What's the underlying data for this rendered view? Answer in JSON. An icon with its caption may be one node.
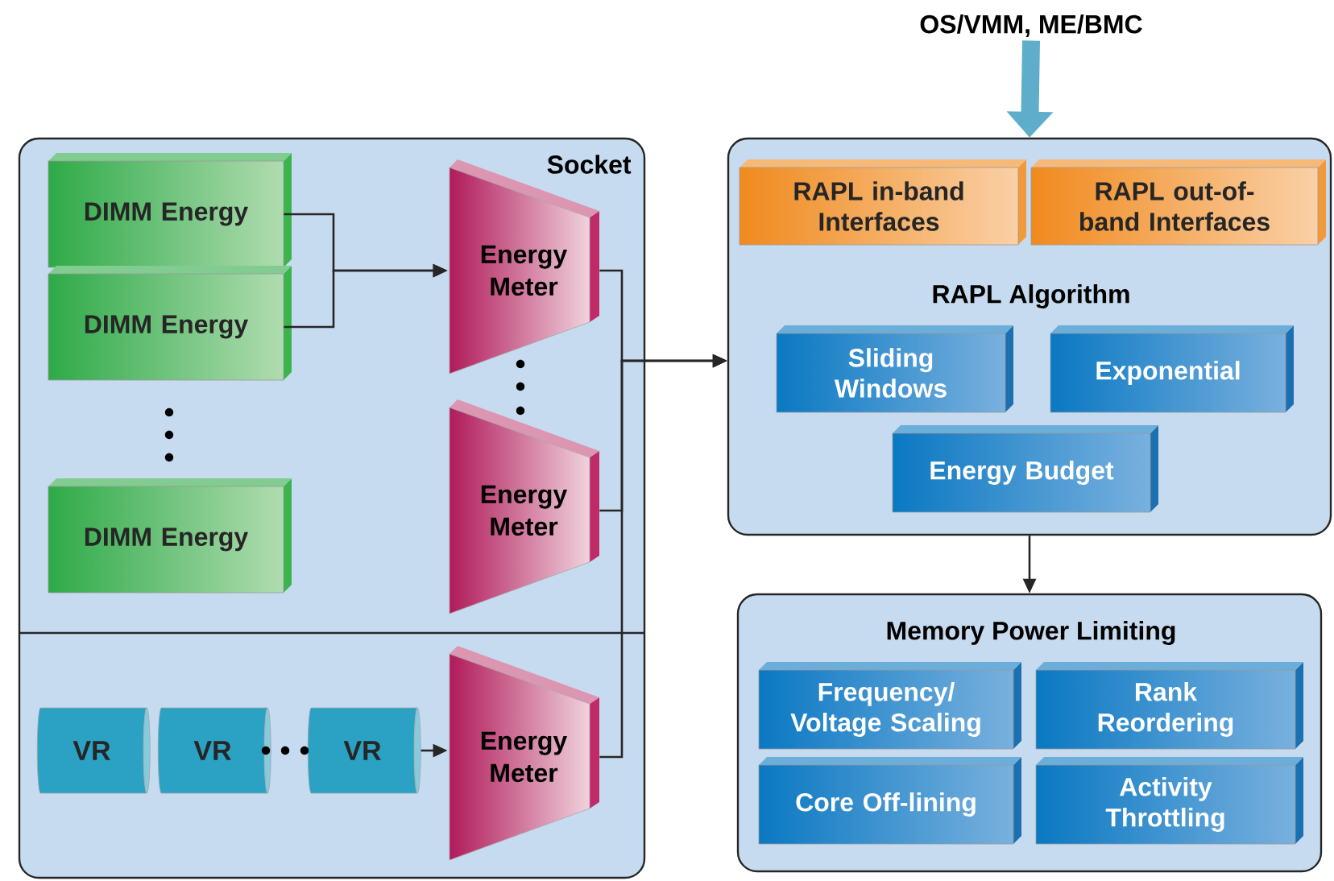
{
  "diagram": {
    "nodes": [
      {
        "text": [
          "Socket"
        ]
      },
      {
        "text": [
          "DIMM Energy"
        ],
        "in": 0
      },
      {
        "text": [
          "DIMM Energy"
        ],
        "in": 0
      },
      {
        "text": [
          "DIMM Energy"
        ],
        "in": 0
      },
      {
        "text": [
          "Energy Meter"
        ],
        "in": 0
      },
      {
        "text": [
          "Energy Meter"
        ],
        "in": 0
      },
      {
        "text": [
          "Energy Meter"
        ],
        "in": 0
      },
      {
        "text": [
          "VR"
        ],
        "in": 0
      },
      {
        "text": [
          "VR"
        ],
        "in": 0
      },
      {
        "text": [
          "VR"
        ],
        "in": 0
      },
      {
        "text": [
          "OS/VMM, ME/BMC"
        ]
      },
      {
        "text": [
          "RAPL Algorithm"
        ]
      },
      {
        "text": [
          "RAPL in-band Interfaces"
        ],
        "in": 11
      },
      {
        "text": [
          "RAPL out-of-band Interfaces"
        ],
        "in": 11
      },
      {
        "text": [
          "Sliding Windows"
        ],
        "in": 11
      },
      {
        "text": [
          "Exponential"
        ],
        "in": 11
      },
      {
        "text": [
          "Energy Budget"
        ],
        "in": 11
      },
      {
        "text": [
          "Memory Power Limiting"
        ]
      },
      {
        "text": [
          "Frequency/ Voltage Scaling"
        ],
        "in": 17
      },
      {
        "text": [
          "Rank Reordering"
        ],
        "in": 17
      },
      {
        "text": [
          "Core Off-lining"
        ],
        "in": 17
      },
      {
        "text": [
          "Activity Throttling"
        ],
        "in": 17
      }
    ],
    "edges": [
      {
        "from": 1,
        "to": 4,
        "arrow": "to"
      },
      {
        "from": 2,
        "to": 4,
        "arrow": "to"
      },
      {
        "from": 9,
        "to": 6,
        "arrow": "to"
      },
      {
        "from": 4,
        "to": 11,
        "arrow": "to"
      },
      {
        "from": 5,
        "to": 11,
        "arrow": "to"
      },
      {
        "from": 6,
        "to": 11,
        "arrow": "to"
      },
      {
        "from": 10,
        "to": 11,
        "arrow": "to",
        "style": "thick",
        "color": "#5eaecb"
      },
      {
        "from": 11,
        "to": 17,
        "arrow": "to"
      }
    ]
  }
}
